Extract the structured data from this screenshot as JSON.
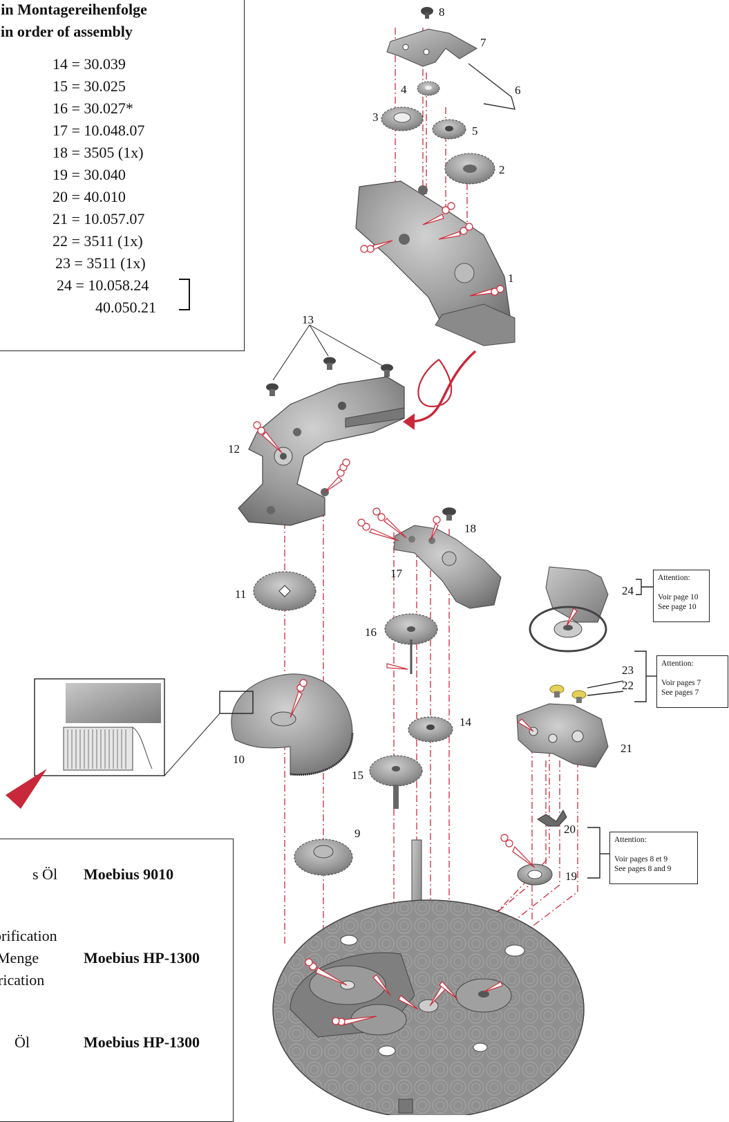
{
  "parts_table": {
    "heading_de": "e in Montagereihenfolge",
    "heading_en": "in order of assembly",
    "items": [
      "14 = 30.039",
      "15 = 30.025",
      "16 = 30.027*",
      "17 = 10.048.07",
      "18 = 3505 (1x)",
      "19 = 30.040",
      "20 = 40.010",
      "21 = 10.057.07",
      "22 = 3511 (1x)",
      "23 = 3511 (1x)",
      "24 = 10.058.24"
    ],
    "item_24_extra": "40.050.21"
  },
  "lubrication_table": {
    "rows": [
      {
        "label_lines": [
          "s Öl"
        ],
        "value": "Moebius 9010"
      },
      {
        "label_lines": [
          "brification",
          "Menge",
          "rication"
        ],
        "value": "Moebius HP-1300"
      },
      {
        "label_lines": [
          "Öl"
        ],
        "value": "Moebius HP-1300"
      }
    ]
  },
  "part_numbers": [
    "1",
    "2",
    "3",
    "4",
    "5",
    "6",
    "7",
    "8",
    "9",
    "10",
    "11",
    "12",
    "13",
    "14",
    "15",
    "16",
    "17",
    "18",
    "19",
    "20",
    "21",
    "22",
    "23",
    "24"
  ],
  "attention_boxes": [
    {
      "title": "Attention:",
      "line1": "Voir page 10",
      "line2": "See page 10"
    },
    {
      "title": "Attention:",
      "line1": "Voir pages 7",
      "line2": "See pages 7"
    },
    {
      "title": "Attention:",
      "line1": "Voir pages 8 et 9",
      "line2": "See pages 8 and 9"
    }
  ],
  "colors": {
    "metal": "#9a9a9a",
    "metal_dark": "#6e6e6e",
    "oil_marker": "#cc2b3a",
    "arrow": "#c8283a"
  }
}
